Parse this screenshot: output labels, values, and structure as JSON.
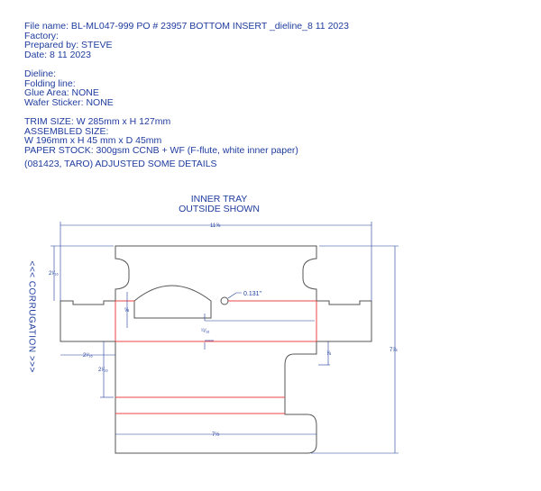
{
  "header": {
    "file_name": "File name: BL-ML047-999 PO # 23957 BOTTOM INSERT _dieline_8 11 2023",
    "factory": "Factory:",
    "prepared_by": "Prepared by: STEVE",
    "date": "Date: 8 11 2023",
    "dieline": "Dieline:",
    "folding_line": "Folding line:",
    "glue_area": "Glue Area: NONE",
    "wafer_sticker": "Wafer Sticker: NONE",
    "trim_size": "TRIM SIZE: W 285mm x H 127mm",
    "assembled_size": "ASSEMBLED SIZE:",
    "assembled_dims": "W 196mm x H 45 mm x D 45mm",
    "paper_stock": "PAPER STOCK: 300gsm CCNB + WF (F-flute, white inner paper)",
    "revision": "(081423, TARO) ADJUSTED SOME DETAILS"
  },
  "drawing": {
    "title_line1": "INNER TRAY",
    "title_line2": "OUTSIDE SHOWN",
    "corrugation": "<<< CORRUGATION >>>",
    "dims": {
      "overall_width": "11⅝",
      "top_height": "2¹⁄₁₆",
      "overall_height": "7⅞",
      "arch_depth": "⅝",
      "band_offset": "¹¹⁄₁₆",
      "hole": "0.131\"",
      "left_flap_width": "2¹⁄₁₆",
      "left_flap_height": "2¹⁄₁₆",
      "step": "⅞",
      "bottom_width": "7½"
    },
    "colors": {
      "cut": "#555555",
      "fold": "#ee4444",
      "dim": "#1f3c9e"
    }
  }
}
